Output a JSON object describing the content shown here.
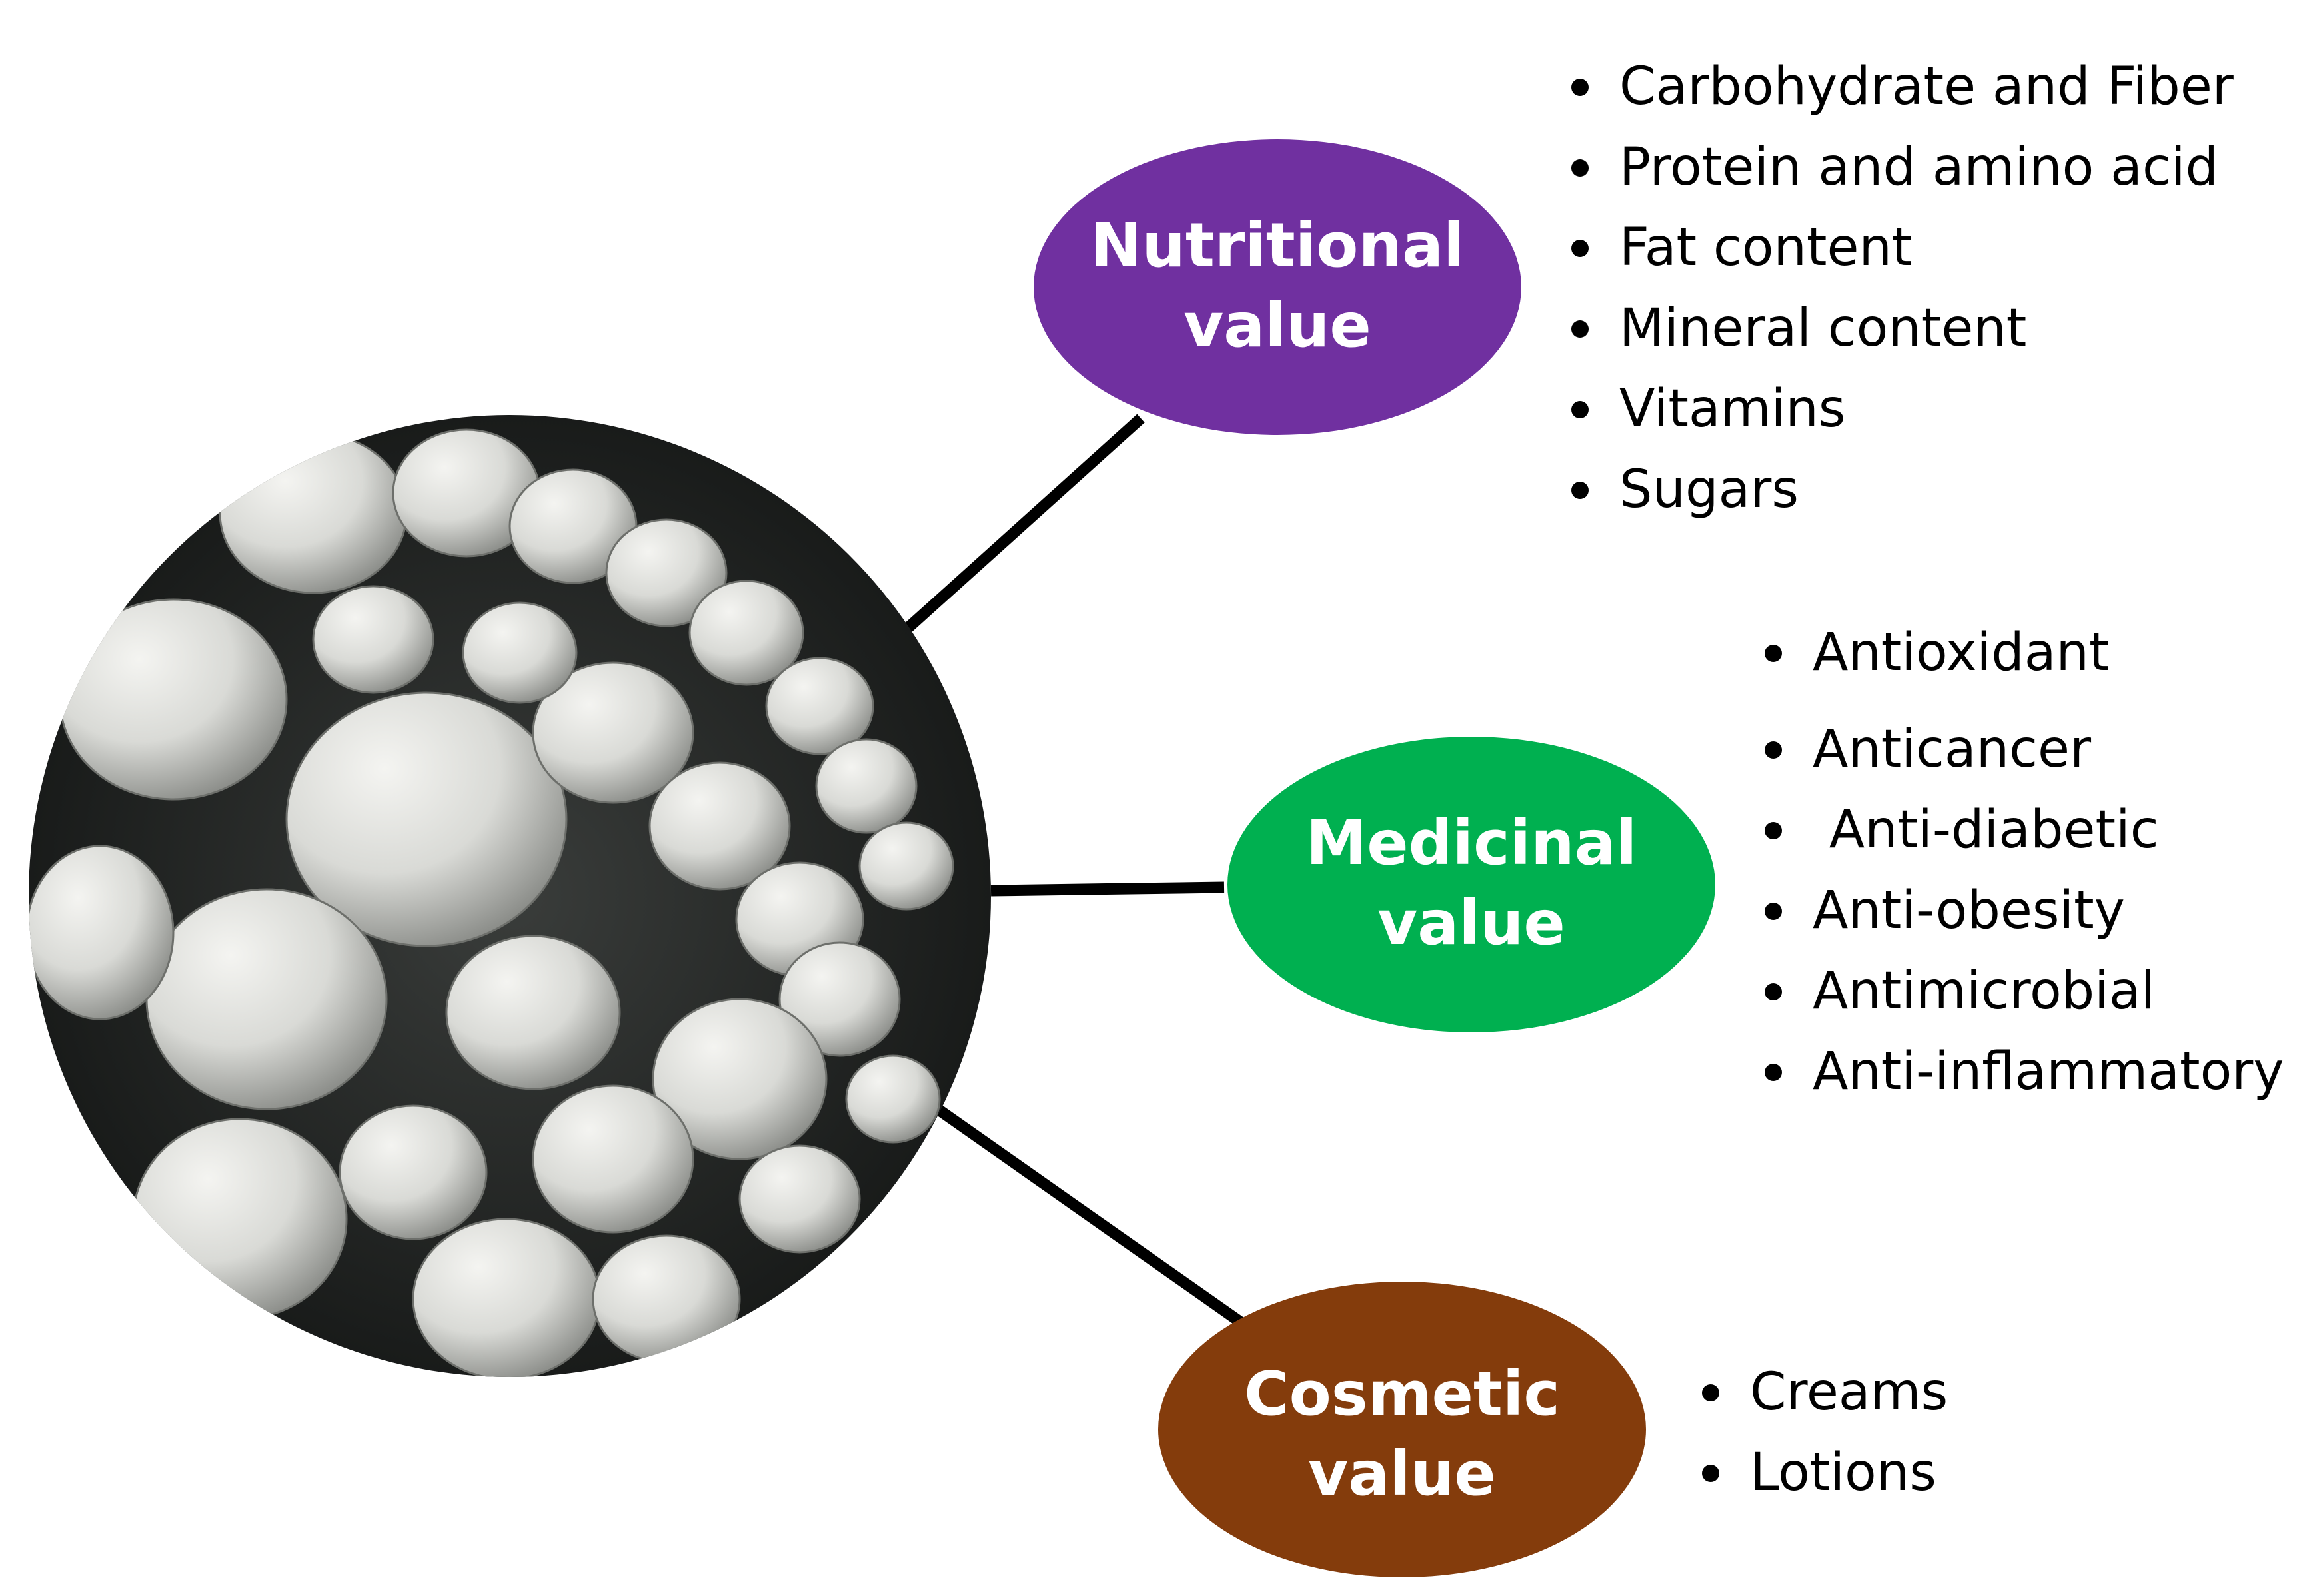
{
  "photo": {
    "subject": "white button mushrooms"
  },
  "nodes": {
    "nutritional": {
      "line1": "Nutritional",
      "line2": "value",
      "color": "#7030A0",
      "items": [
        "Carbohydrate and Fiber",
        "Protein and amino acid",
        "Fat content",
        "Mineral content",
        "Vitamins",
        "Sugars"
      ]
    },
    "medicinal": {
      "line1": "Medicinal",
      "line2": "value",
      "color": "#00B050",
      "items": [
        "Antioxidant",
        "Anticancer",
        " Anti-diabetic",
        "Anti-obesity",
        "Antimicrobial",
        "Anti-inflammatory"
      ]
    },
    "cosmetic": {
      "line1": "Cosmetic",
      "line2": "value",
      "color": "#843C0C",
      "items": [
        "Creams",
        "Lotions"
      ]
    }
  }
}
